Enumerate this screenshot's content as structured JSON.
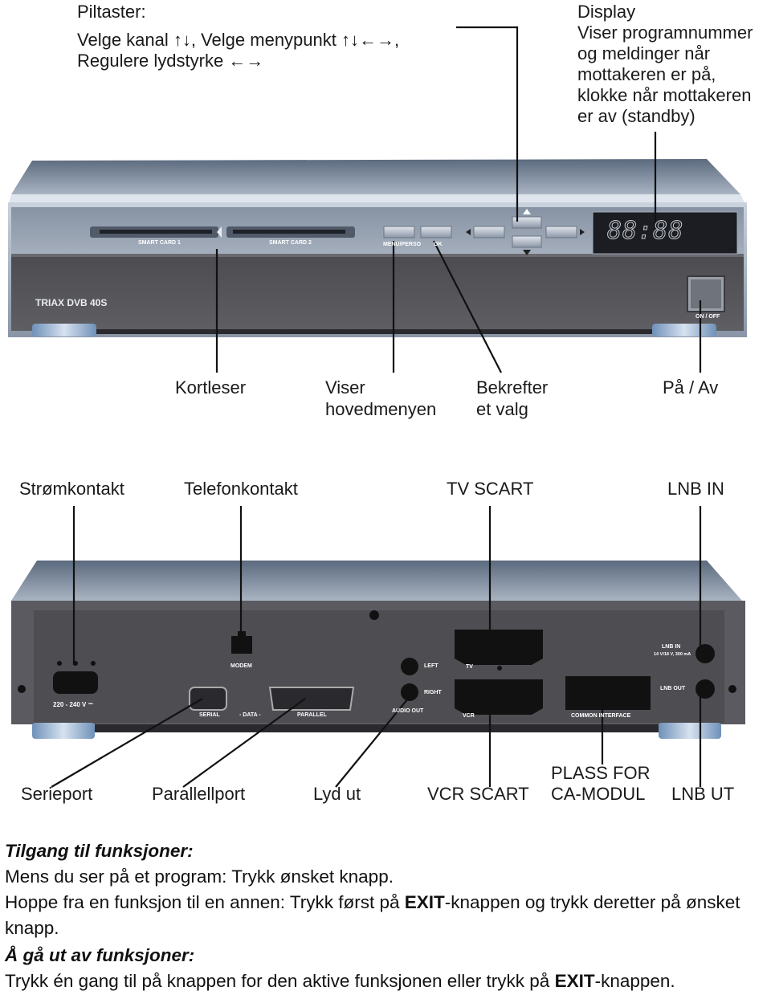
{
  "front": {
    "top_left": {
      "title": "Piltaster:",
      "line1": "Velge kanal ↑↓, Velge menypunkt ↑↓←→,",
      "line2": "Regulere lydstyrke ←→"
    },
    "top_right": [
      "Display",
      "Viser programnummer",
      "og meldinger når",
      "mottakeren er på,",
      "klokke når mottakeren",
      "er av (standby)"
    ],
    "device": {
      "card_slot_1": "SMART CARD 1",
      "card_slot_2": "SMART CARD 2",
      "menu_button": "MENU/PERSO",
      "ok_button": "OK",
      "display_readout": "88:88",
      "model": "TRIAX DVB 40S",
      "power_label": "ON / OFF"
    },
    "callouts": {
      "card_reader": "Kortleser",
      "menu_1": "Viser",
      "menu_2": "hovedmenyen",
      "ok_1": "Bekrefter",
      "ok_2": "et valg",
      "power": "På / Av"
    }
  },
  "rear": {
    "top_labels": {
      "power_socket": "Strømkontakt",
      "phone_socket": "Telefonkontakt",
      "tv_scart": "TV SCART",
      "lnb_in": "LNB IN"
    },
    "panel": {
      "voltage": "220 - 240 V",
      "modem": "MODEM",
      "serial": "SERIAL",
      "data": "- DATA -",
      "parallel": "PARALLEL",
      "left": "LEFT",
      "right": "RIGHT",
      "audio_out": "AUDIO OUT",
      "tv": "TV",
      "vcr": "VCR",
      "common_interface": "COMMON INTERFACE",
      "lnb_in": "LNB IN",
      "lnb_spec": "14 V/18 V, 300 mA",
      "lnb_out": "LNB OUT"
    },
    "bottom_labels": {
      "serial_port": "Serieport",
      "parallel_port": "Parallellport",
      "audio_out": "Lyd ut",
      "vcr_scart": "VCR SCART",
      "ca_1": "PLASS FOR",
      "ca_2": "CA-MODUL",
      "lnb_out": "LNB UT"
    }
  },
  "footer": {
    "heading1": "Tilgang til funksjoner:",
    "line1": "Mens du ser på et program: Trykk ønsket knapp.",
    "line2_pre": "Hoppe fra en funksjon til en annen: Trykk først på ",
    "line2_exit": "EXIT",
    "line2_post": "-knappen og trykk deretter på ønsket knapp.",
    "heading2": "Å gå ut av funksjoner:",
    "line3_pre": "Trykk én gang til på knappen for den aktive funksjonen eller trykk på ",
    "line3_exit": "EXIT",
    "line3_post": "-knappen."
  }
}
